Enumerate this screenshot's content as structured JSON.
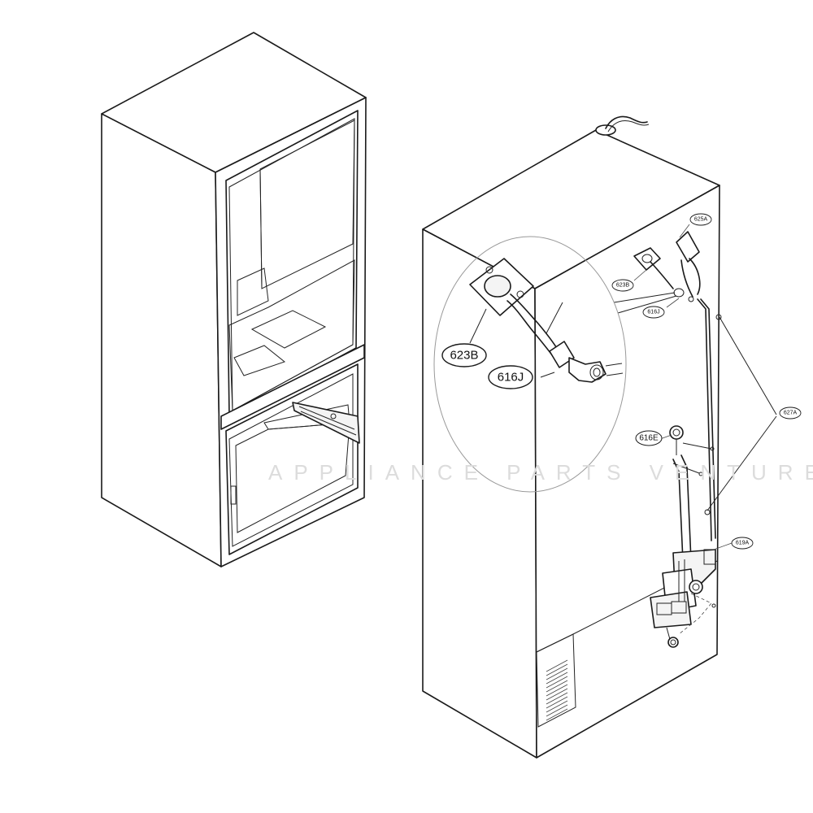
{
  "callouts": {
    "c623b_zoom": "623B",
    "c616j_zoom": "616J",
    "c625a": "625A",
    "c623b": "623B",
    "c616j": "616J",
    "c627a": "627A",
    "c616e": "616E",
    "c619a": "619A"
  },
  "watermark": "APPLIANCE PARTS VENTURES"
}
